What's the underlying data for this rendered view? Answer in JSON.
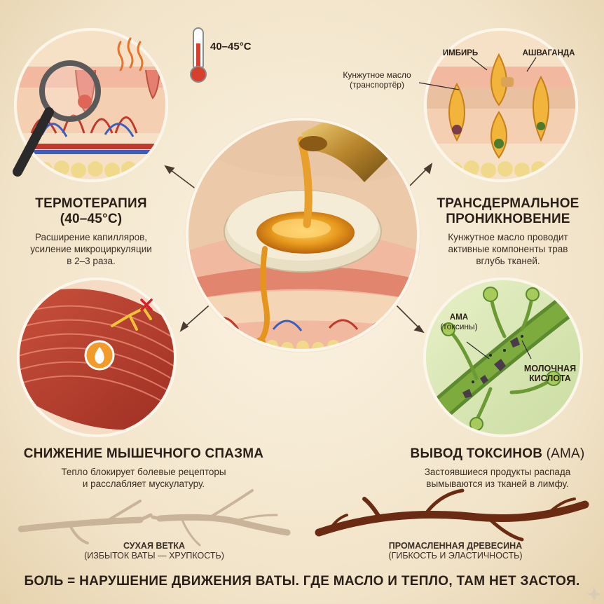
{
  "thermometer": {
    "temp": "40–45°C"
  },
  "thermo": {
    "title_line1": "ТЕРМОТЕРАПИЯ",
    "title_line2": "(40–45°C)",
    "desc_line1": "Расширение капилляров,",
    "desc_line2": "усиление микроциркуляции",
    "desc_line3": "в 2–3 раза."
  },
  "transdermal": {
    "title_line1": "ТРАНСДЕРМАЛЬНОЕ",
    "title_line2": "ПРОНИКНОВЕНИЕ",
    "desc_line1": "Кунжутное масло проводит",
    "desc_line2": "активные компоненты трав",
    "desc_line3": "вглубь тканей.",
    "label_oil_line1": "Кунжутное масло",
    "label_oil_line2": "(транспортёр)",
    "label_ginger": "ИМБИРЬ",
    "label_ashwa": "АШВАГАНДА"
  },
  "spasm": {
    "title": "СНИЖЕНИЕ МЫШЕЧНОГО СПАЗМА",
    "desc_line1": "Тепло блокирует болевые рецепторы",
    "desc_line2": "и расслабляет мускулатуру."
  },
  "toxins": {
    "title": "ВЫВОД ТОКСИНОВ",
    "title_suffix": " (АМА)",
    "desc_line1": "Застоявшиеся продукты распада",
    "desc_line2": "вымываются из тканей в лимфу.",
    "label_ama": "АМА",
    "label_ama_sub": "(токсины)",
    "label_lactic_line1": "МОЛОЧНАЯ",
    "label_lactic_line2": "КИСЛОТА"
  },
  "branches": {
    "dry_title": "СУХАЯ ВЕТКА",
    "dry_sub": "(ИЗБЫТОК ВАТЫ — ХРУПКОСТЬ)",
    "oiled_title": "ПРОМАСЛЕННАЯ ДРЕВЕСИНА",
    "oiled_sub": "(ГИБКОСТЬ И ЭЛАСТИЧНОСТЬ)"
  },
  "footer": "БОЛЬ = НАРУШЕНИЕ ДВИЖЕНИЯ ВАТЫ. ГДЕ МАСЛО И ТЕПЛО, ТАМ НЕТ ЗАСТОЯ."
}
